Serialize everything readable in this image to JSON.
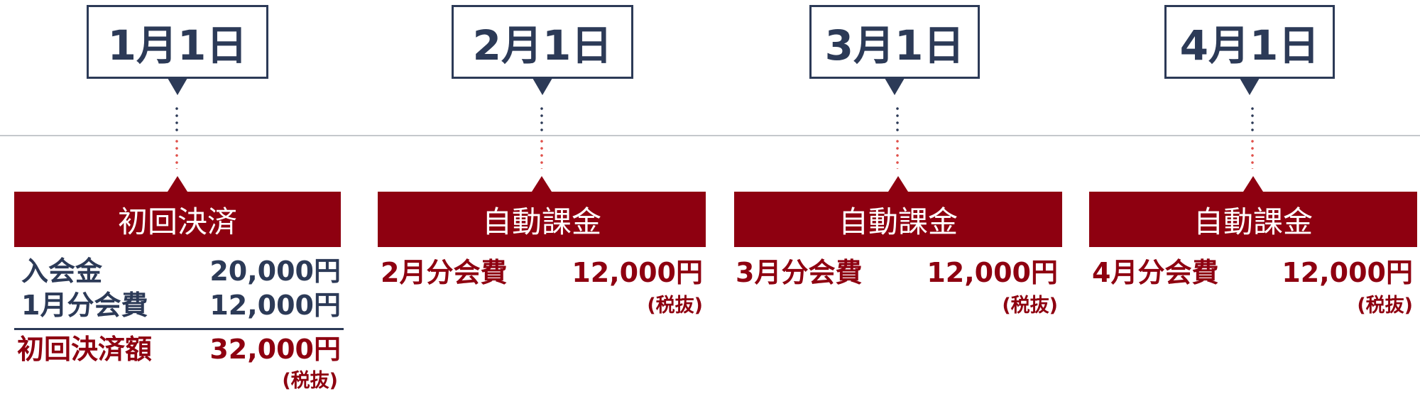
{
  "timeline": [
    {
      "date": "1月1日",
      "header": "初回決済",
      "lines": [
        {
          "label": "入会金",
          "amount": "20,000円"
        },
        {
          "label": "1月分会費",
          "amount": "12,000円"
        }
      ],
      "total": {
        "label": "初回決済額",
        "amount": "32,000円"
      },
      "tax_note": "(税抜)"
    },
    {
      "date": "2月1日",
      "header": "自動課金",
      "fee": {
        "label": "2月分会費",
        "amount": "12,000円"
      },
      "tax_note": "(税抜)"
    },
    {
      "date": "3月1日",
      "header": "自動課金",
      "fee": {
        "label": "3月分会費",
        "amount": "12,000円"
      },
      "tax_note": "(税抜)"
    },
    {
      "date": "4月1日",
      "header": "自動課金",
      "fee": {
        "label": "4月分会費",
        "amount": "12,000円"
      },
      "tax_note": "(税抜)"
    }
  ],
  "colors": {
    "navy": "#2c3a57",
    "crimson": "#8e0010",
    "dot_red": "#e0504a",
    "line_gray": "#c4c8cc"
  }
}
